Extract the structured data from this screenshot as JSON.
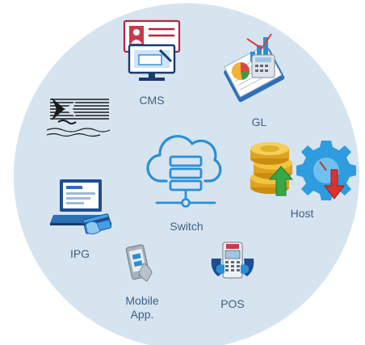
{
  "diagram": {
    "center": {
      "label": "Switch",
      "icon": "server-cloud-icon"
    },
    "nodes": [
      {
        "id": "cms",
        "label": "CMS",
        "icon": "card-terminal-icon"
      },
      {
        "id": "gl",
        "label": "GL",
        "icon": "ledger-calculator-icon"
      },
      {
        "id": "host",
        "label": "Host",
        "icon": "coins-gear-icon"
      },
      {
        "id": "pos",
        "label": "POS",
        "icon": "pos-terminal-icon"
      },
      {
        "id": "mobile",
        "label_line1": "Mobile",
        "label_line2": "App.",
        "icon": "mobile-phone-icon"
      },
      {
        "id": "ipg",
        "label": "IPG",
        "icon": "laptop-card-icon"
      },
      {
        "id": "logo",
        "icon": "company-logo-icon"
      }
    ],
    "colors": {
      "circle": "#d5e3ef",
      "accent": "#2b8fd6",
      "label": "#3f5f80"
    }
  }
}
